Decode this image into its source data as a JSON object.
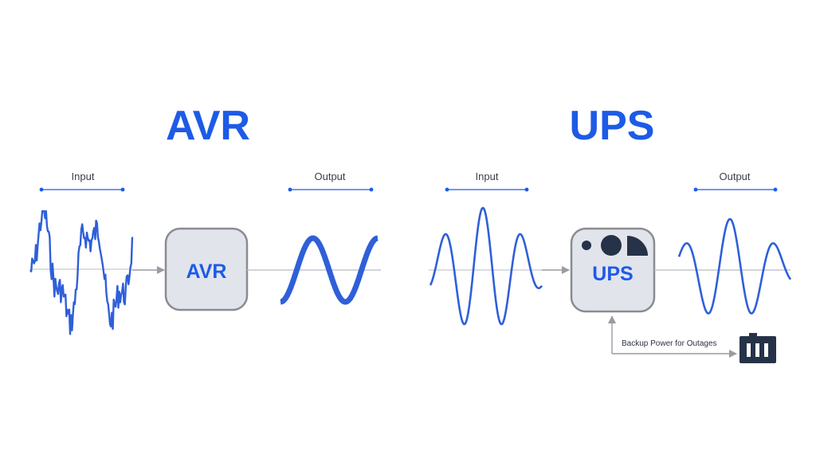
{
  "colors": {
    "accent": "#1d5be6",
    "wave": "#2f5fd9",
    "box_fill": "#e2e4ec",
    "box_stroke": "#8a8c92",
    "connector": "#9a9ca2",
    "icon_dark": "#263247"
  },
  "avr": {
    "title": "AVR",
    "input_label": "Input",
    "output_label": "Output",
    "box_label": "AVR"
  },
  "ups": {
    "title": "UPS",
    "input_label": "Input",
    "output_label": "Output",
    "box_label": "UPS",
    "backup_label": "Backup Power for Outages"
  },
  "icons": {
    "avr_box_icon": "avr-device",
    "ups_box_icon": "ups-device",
    "battery_icon": "battery-icon"
  }
}
